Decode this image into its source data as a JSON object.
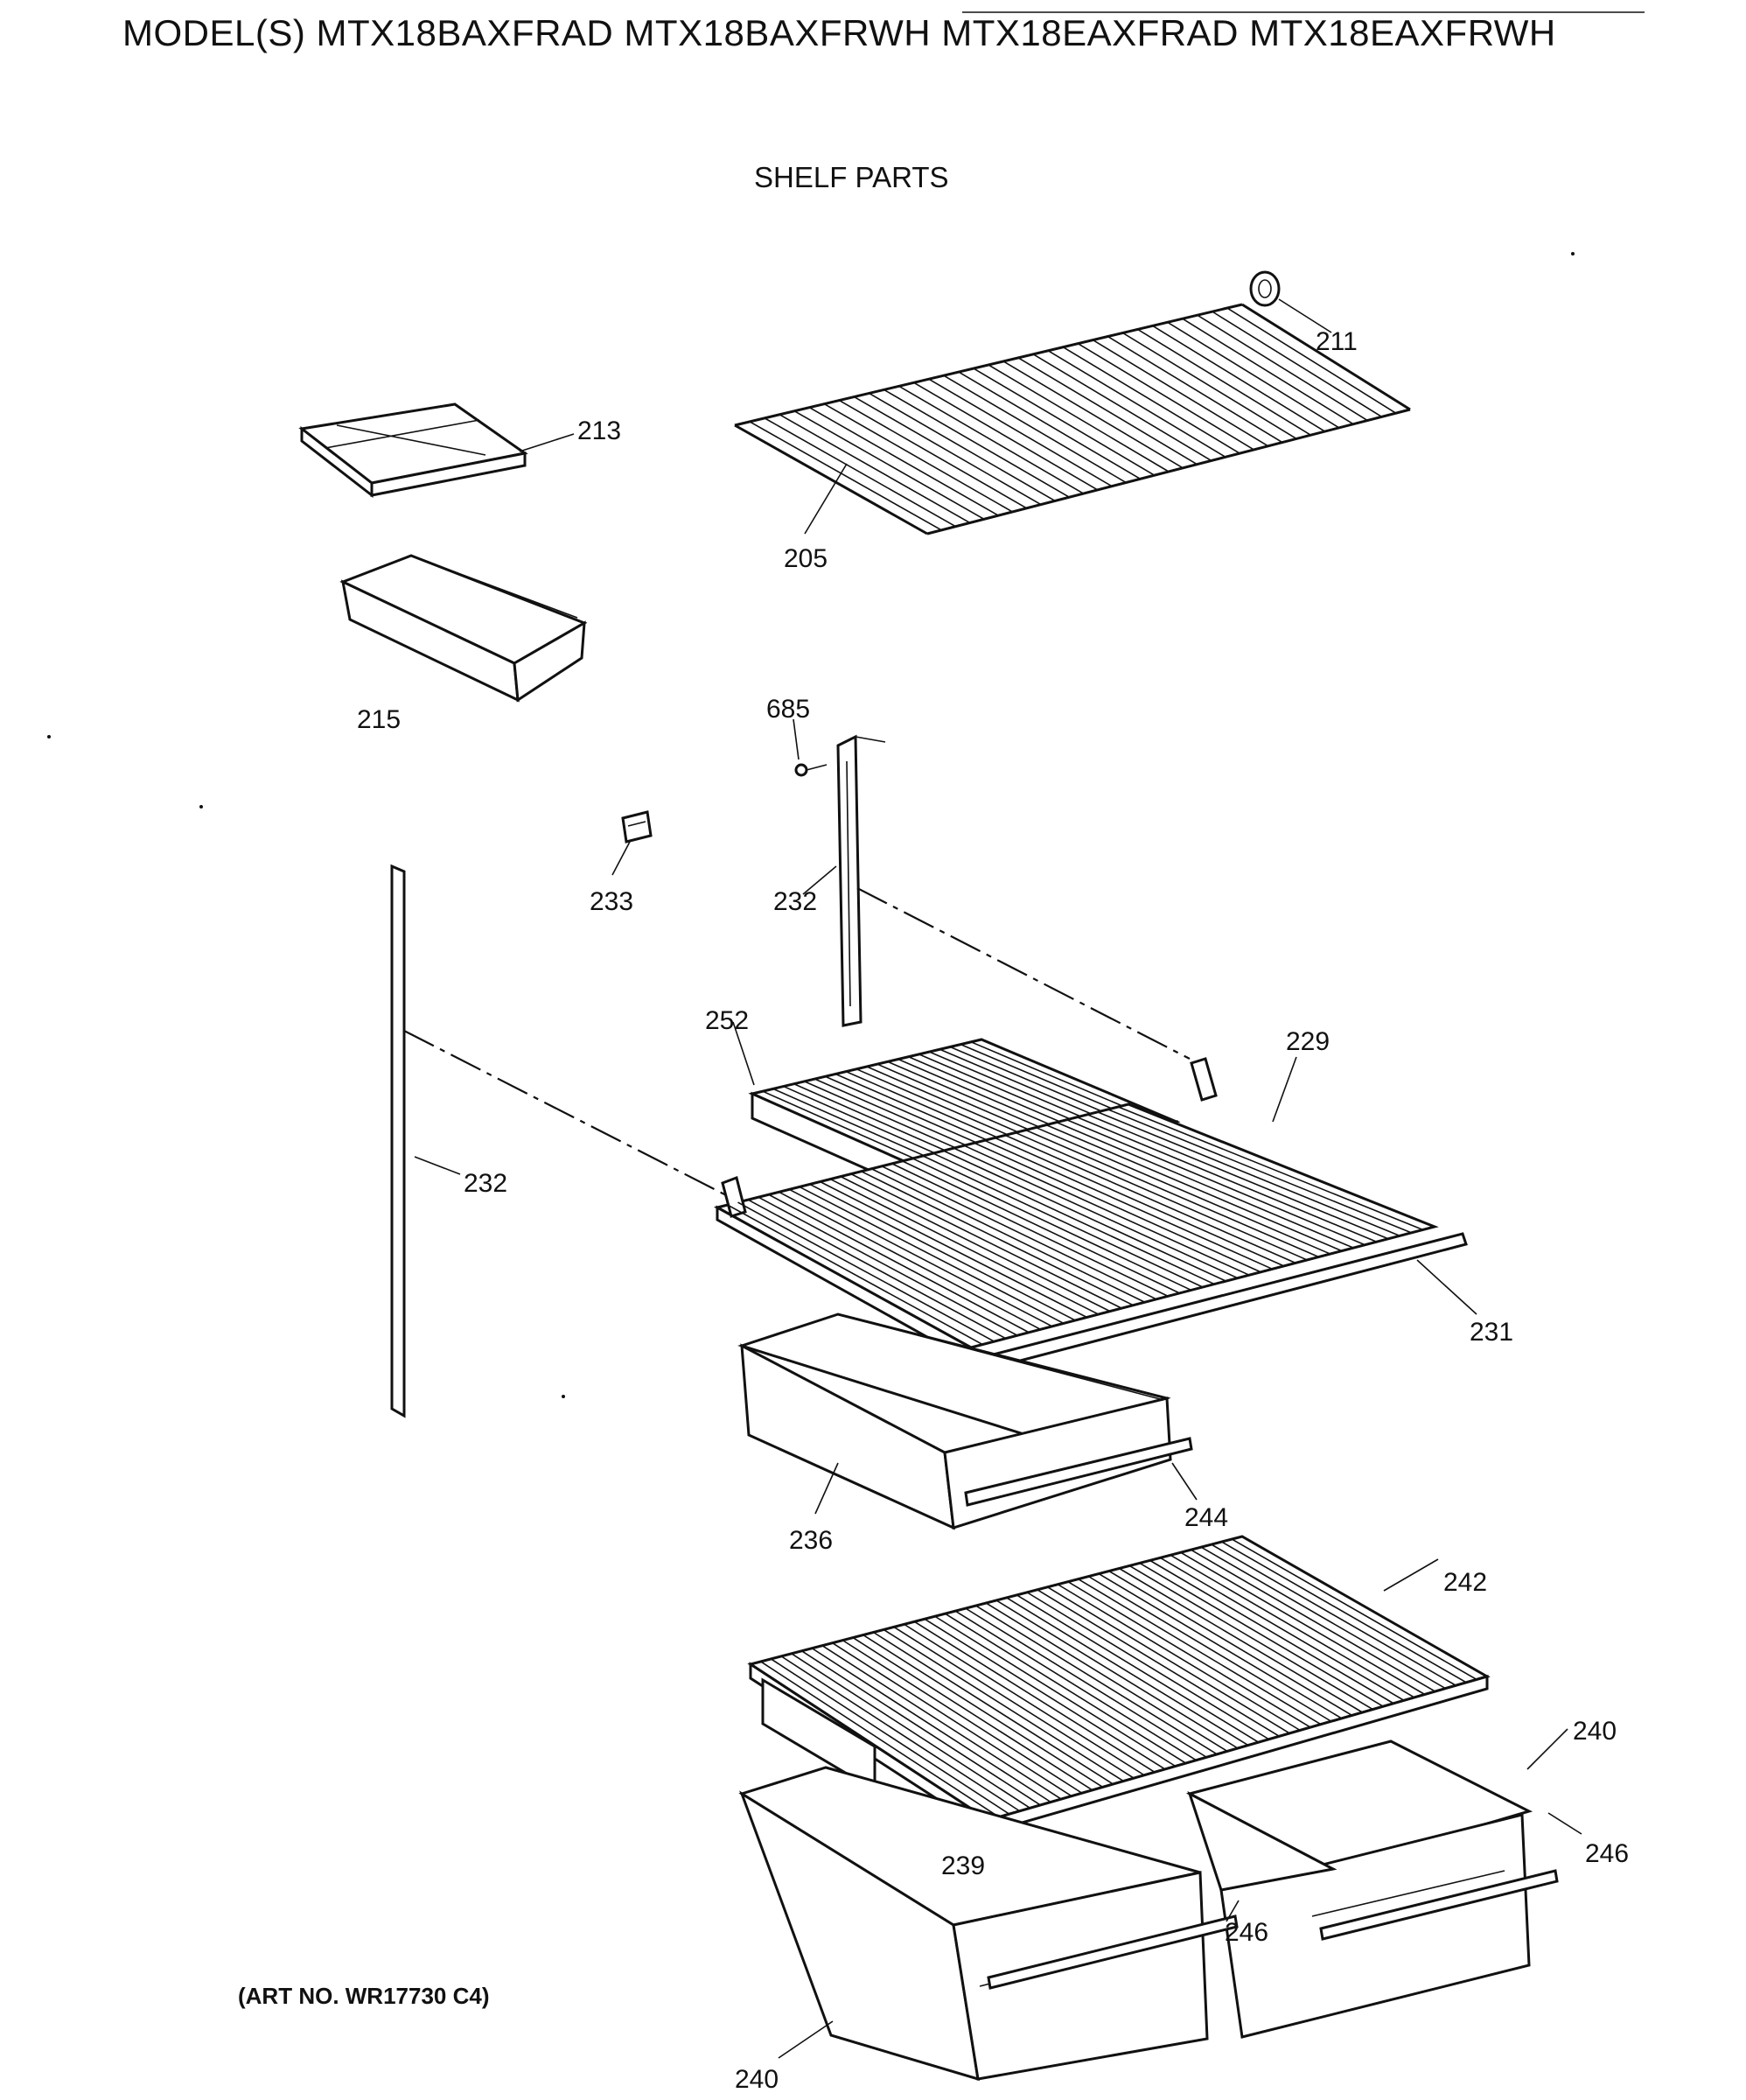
{
  "header": {
    "title": "MODEL(S) MTX18BAXFRAD  MTX18BAXFRWH  MTX18EAXFRAD  MTX18EAXFRWH",
    "subtitle": "SHELF PARTS"
  },
  "callouts": {
    "c211": "211",
    "c213": "213",
    "c205": "205",
    "c215": "215",
    "c685": "685",
    "c233": "233",
    "c232a": "232",
    "c232b": "232",
    "c252": "252",
    "c229": "229",
    "c231": "231",
    "c236": "236",
    "c244": "244",
    "c242": "242",
    "c240a": "240",
    "c246a": "246",
    "c239": "239",
    "c246b": "246",
    "c240b": "240"
  },
  "footer": {
    "art_number": "(ART NO. WR17730 C4)"
  }
}
